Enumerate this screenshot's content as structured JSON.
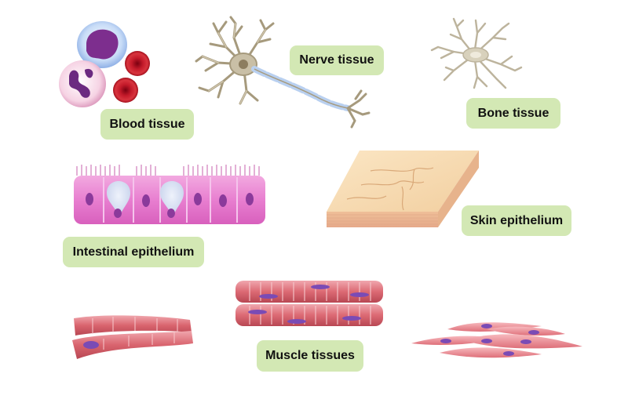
{
  "labels": {
    "blood": "Blood tissue",
    "nerve": "Nerve tissue",
    "bone": "Bone tissue",
    "skin": "Skin epithelium",
    "intestinal": "Intestinal epithelium",
    "muscle": "Muscle tissues"
  },
  "colors": {
    "label_bg": "#d3e8b4",
    "blood_red": "#c41a2a",
    "neuron": "#c9bfa6",
    "epithelium_pink": "#e87fd0",
    "muscle_red": "#d9646e",
    "nucleus_purple": "#7a4bb5",
    "skin_tan": "#f2d2a6"
  },
  "icons": {
    "blood": "blood-cells-icon",
    "nerve": "neuron-icon",
    "bone": "osteocyte-icon",
    "skin": "skin-block-icon",
    "intestinal": "intestinal-epithelium-icon",
    "cardiac": "cardiac-muscle-icon",
    "skeletal": "skeletal-muscle-icon",
    "smooth": "smooth-muscle-icon"
  }
}
